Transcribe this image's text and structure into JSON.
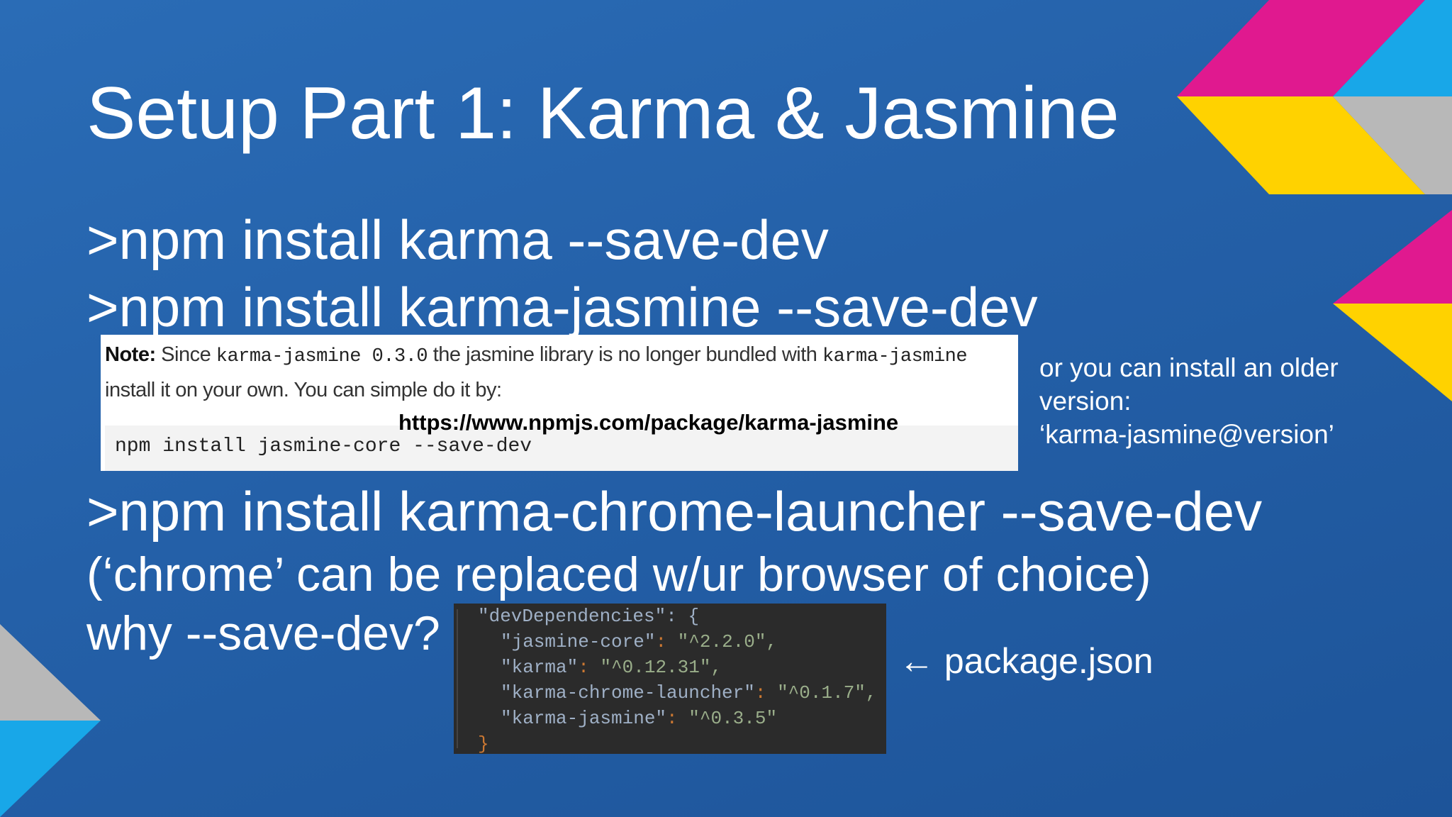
{
  "slide": {
    "title": "Setup Part 1: Karma & Jasmine",
    "commands": [
      ">npm install karma --save-dev",
      ">npm install karma-jasmine --save-dev",
      ">npm install karma-chrome-launcher --save-dev"
    ],
    "chrome_note": "(‘chrome’ can be replaced w/ur browser of choice)",
    "why_save_dev": "why --save-dev?",
    "note_box": {
      "note_label": "Note:",
      "line1_part1": " Since ",
      "line1_code1": "karma-jasmine 0.3.0",
      "line1_part2": " the jasmine library is no longer bundled with ",
      "line1_code2": "karma-jasmine",
      "line2": "install it on your own. You can simple do it by:",
      "code": "npm install jasmine-core --save-dev",
      "url": "https://www.npmjs.com/package/karma-jasmine"
    },
    "side_note": {
      "line1": "or you can install an older",
      "line2": "version:",
      "line3": "‘karma-jasmine@version’"
    },
    "package_json": {
      "open": "\"devDependencies\": {",
      "entries": [
        {
          "key": "\"jasmine-core\"",
          "value": "\"^2.2.0\","
        },
        {
          "key": "\"karma\"",
          "value": "\"^0.12.31\","
        },
        {
          "key": "\"karma-chrome-launcher\"",
          "value": "\"^0.1.7\","
        },
        {
          "key": "\"karma-jasmine\"",
          "value": "\"^0.3.5\""
        }
      ],
      "close": "}"
    },
    "arrow_label": "← package.json",
    "colors": {
      "background": "#2460a8",
      "magenta": "#e0198f",
      "yellow": "#ffd200",
      "sky": "#18a7e8",
      "silver": "#b8b8b8"
    }
  }
}
